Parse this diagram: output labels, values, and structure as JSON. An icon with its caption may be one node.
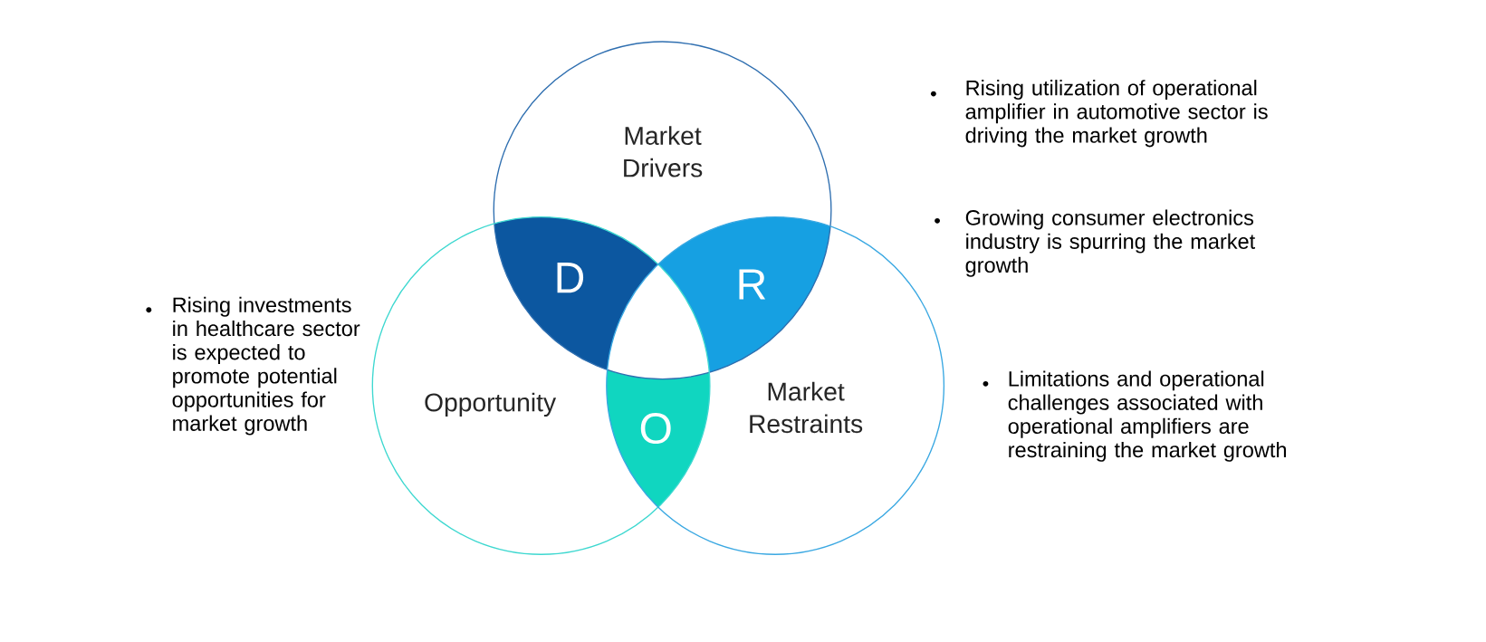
{
  "diagram": {
    "nodes": [
      {
        "text": [
          "Market Drivers"
        ]
      },
      {
        "text": [
          "Opportunity"
        ]
      },
      {
        "text": [
          "Market Restraints"
        ]
      },
      {
        "text": [
          "D"
        ]
      },
      {
        "text": [
          "R"
        ]
      },
      {
        "text": [
          "O"
        ]
      }
    ],
    "labels": [
      "Rising utilization of operational amplifier in automotive sector is driving the market growth",
      "Growing consumer electronics industry is spurring the market growth",
      "Rising investments in healthcare sector is expected to promote potential opportunities for market growth",
      "Limitations and operational challenges associated with operational amplifiers are restraining the market growth"
    ]
  }
}
